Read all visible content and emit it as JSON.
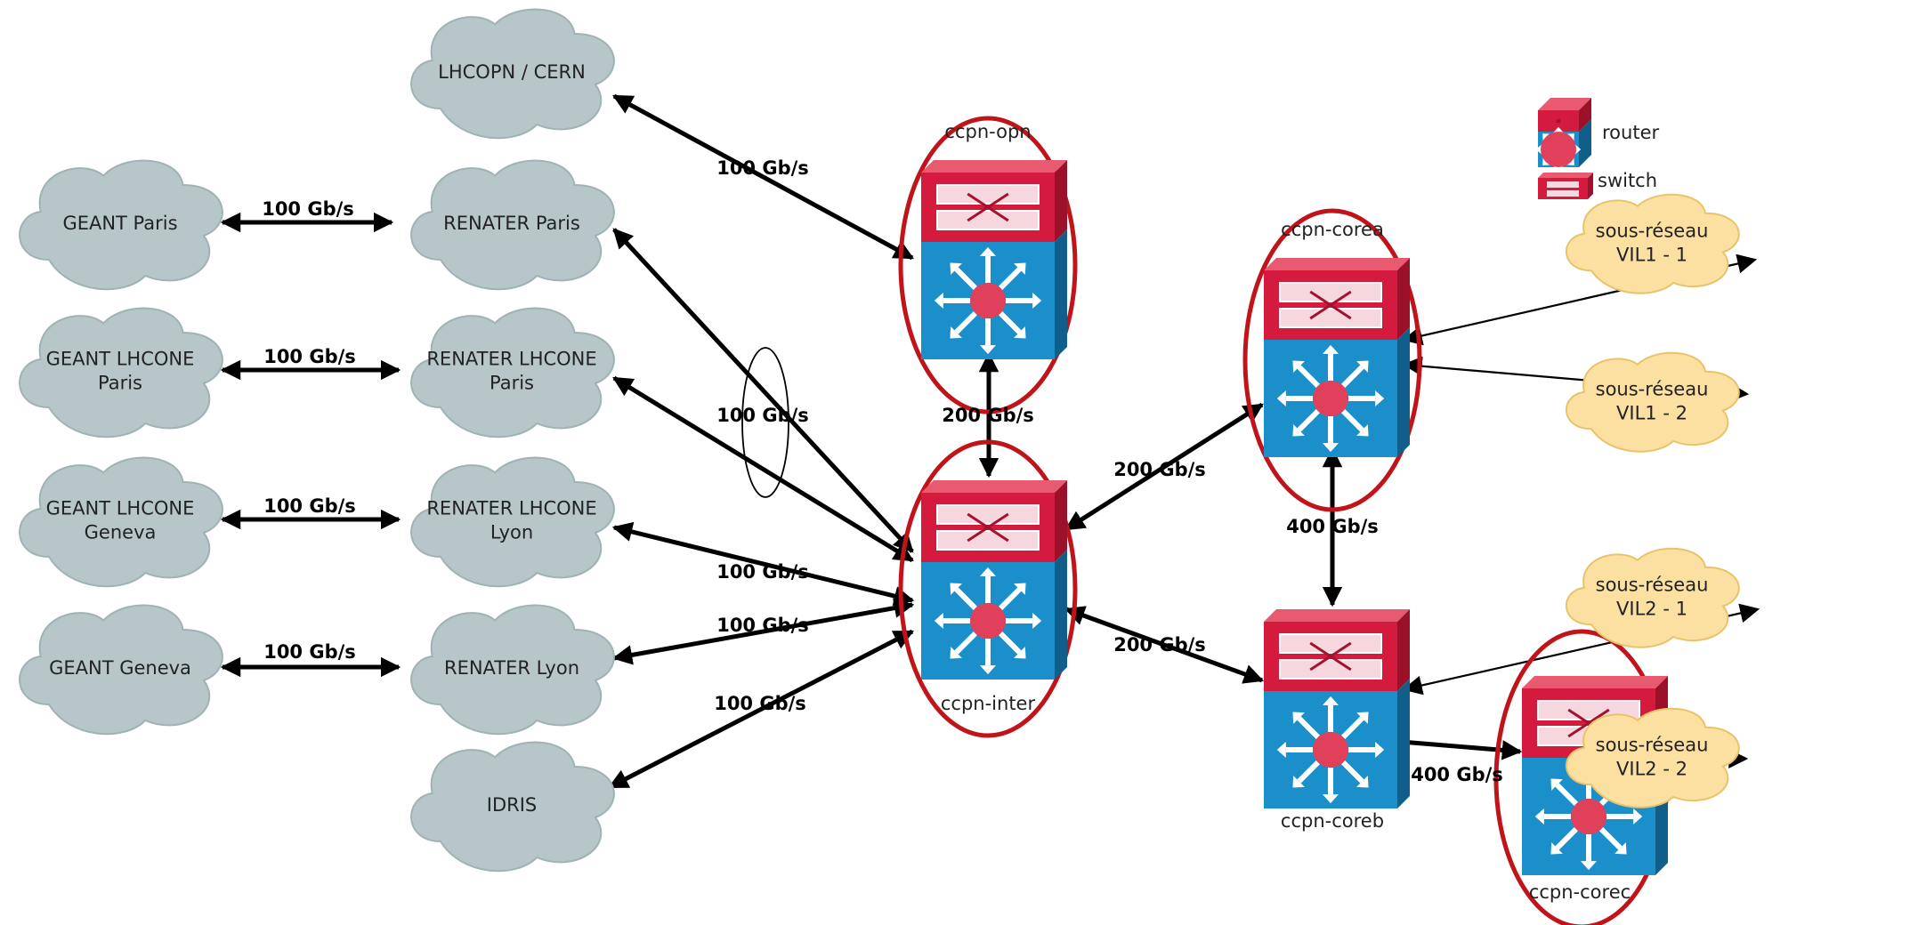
{
  "clouds": [
    {
      "id": "lhcopn",
      "lines": [
        "LHCOPN / CERN"
      ],
      "kind": "ext"
    },
    {
      "id": "geant-paris",
      "lines": [
        "GEANT Paris"
      ],
      "kind": "ext"
    },
    {
      "id": "renater-paris",
      "lines": [
        "RENATER Paris"
      ],
      "kind": "ext"
    },
    {
      "id": "geant-lhcone-paris",
      "lines": [
        "GEANT LHCONE",
        "Paris"
      ],
      "kind": "ext"
    },
    {
      "id": "renater-lhcone-paris",
      "lines": [
        "RENATER LHCONE",
        "Paris"
      ],
      "kind": "ext"
    },
    {
      "id": "geant-lhcone-geneva",
      "lines": [
        "GEANT LHCONE",
        "Geneva"
      ],
      "kind": "ext"
    },
    {
      "id": "renater-lhcone-lyon",
      "lines": [
        "RENATER LHCONE",
        "Lyon"
      ],
      "kind": "ext"
    },
    {
      "id": "geant-geneva",
      "lines": [
        "GEANT Geneva"
      ],
      "kind": "ext"
    },
    {
      "id": "renater-lyon",
      "lines": [
        "RENATER Lyon"
      ],
      "kind": "ext"
    },
    {
      "id": "idris",
      "lines": [
        "IDRIS"
      ],
      "kind": "ext"
    },
    {
      "id": "vil1-1",
      "lines": [
        "sous-réseau",
        "VIL1 - 1"
      ],
      "kind": "sub"
    },
    {
      "id": "vil1-2",
      "lines": [
        "sous-réseau",
        "VIL1 - 2"
      ],
      "kind": "sub"
    },
    {
      "id": "vil2-1",
      "lines": [
        "sous-réseau",
        "VIL2 - 1"
      ],
      "kind": "sub"
    },
    {
      "id": "vil2-2",
      "lines": [
        "sous-réseau",
        "VIL2 - 2"
      ],
      "kind": "sub"
    }
  ],
  "devices": [
    {
      "id": "ccpn-opn",
      "label": "ccpn-opn"
    },
    {
      "id": "ccpn-inter",
      "label": "ccpn-inter"
    },
    {
      "id": "ccpn-corea",
      "label": "ccpn-corea"
    },
    {
      "id": "ccpn-coreb",
      "label": "ccpn-coreb"
    },
    {
      "id": "ccpn-corec",
      "label": "ccpn-corec"
    }
  ],
  "links": [
    {
      "from": "geant-paris",
      "to": "renater-paris",
      "label": "100 Gb/s"
    },
    {
      "from": "geant-lhcone-paris",
      "to": "renater-lhcone-paris",
      "label": "100 Gb/s"
    },
    {
      "from": "geant-lhcone-geneva",
      "to": "renater-lhcone-lyon",
      "label": "100 Gb/s"
    },
    {
      "from": "geant-geneva",
      "to": "renater-lyon",
      "label": "100 Gb/s"
    },
    {
      "from": "lhcopn",
      "to": "ccpn-opn",
      "label": "100 Gb/s"
    },
    {
      "from": "renater-paris",
      "to": "ccpn-inter",
      "label": ""
    },
    {
      "from": "renater-lhcone-paris",
      "to": "ccpn-inter",
      "label": "100 Gb/s"
    },
    {
      "from": "renater-lhcone-lyon",
      "to": "ccpn-inter",
      "label": "100 Gb/s"
    },
    {
      "from": "renater-lyon",
      "to": "ccpn-inter",
      "label": "100 Gb/s"
    },
    {
      "from": "idris",
      "to": "ccpn-inter",
      "label": "100 Gb/s"
    },
    {
      "from": "ccpn-opn",
      "to": "ccpn-inter",
      "label": "200 Gb/s"
    },
    {
      "from": "ccpn-inter",
      "to": "ccpn-corea",
      "label": "200 Gb/s"
    },
    {
      "from": "ccpn-inter",
      "to": "ccpn-coreb",
      "label": "200 Gb/s"
    },
    {
      "from": "ccpn-corea",
      "to": "ccpn-coreb",
      "label": "400 Gb/s"
    },
    {
      "from": "ccpn-coreb",
      "to": "ccpn-corec",
      "label": "400 Gb/s"
    },
    {
      "from": "ccpn-corea",
      "to": "vil1-1",
      "label": ""
    },
    {
      "from": "ccpn-corea",
      "to": "vil1-2",
      "label": ""
    },
    {
      "from": "ccpn-coreb",
      "to": "vil2-1",
      "label": ""
    },
    {
      "from": "ccpn-corec",
      "to": "vil2-2",
      "label": ""
    }
  ],
  "legend": {
    "router_label": "router",
    "switch_label": "switch"
  },
  "colors": {
    "cloud_ext": "#b7c7c9",
    "cloud_sub": "#fbe0a2",
    "router_red": "#d41a3d",
    "switch_blue": "#1a8fc9",
    "highlight_ring": "#c0141a"
  }
}
